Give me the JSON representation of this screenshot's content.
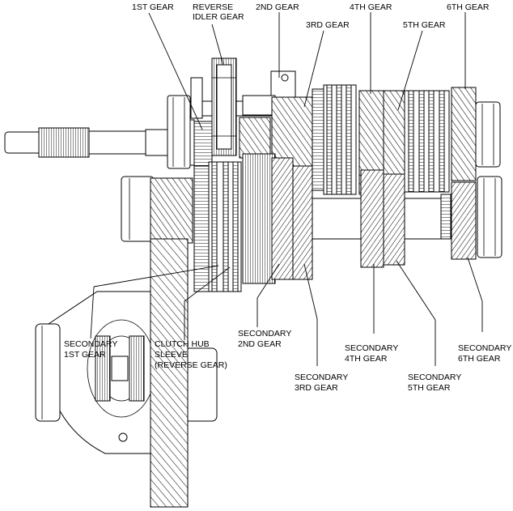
{
  "labels": {
    "first_gear": "1ST GEAR",
    "reverse_idler_1": "REVERSE",
    "reverse_idler_2": "IDLER GEAR",
    "second_gear": "2ND GEAR",
    "third_gear": "3RD GEAR",
    "fourth_gear": "4TH GEAR",
    "fifth_gear": "5TH GEAR",
    "sixth_gear": "6TH GEAR",
    "sec_first_1": "SECONDARY",
    "sec_first_2": "1ST GEAR",
    "clutch_hub_1": "CLUTCH HUB",
    "clutch_hub_2": "SLEEVE",
    "clutch_hub_3": "(REVERSE GEAR)",
    "sec_second_1": "SECONDARY",
    "sec_second_2": "2ND GEAR",
    "sec_third_1": "SECONDARY",
    "sec_third_2": "3RD GEAR",
    "sec_fourth_1": "SECONDARY",
    "sec_fourth_2": "4TH GEAR",
    "sec_fifth_1": "SECONDARY",
    "sec_fifth_2": "5TH GEAR",
    "sec_sixth_1": "SECONDARY",
    "sec_sixth_2": "6TH GEAR"
  }
}
